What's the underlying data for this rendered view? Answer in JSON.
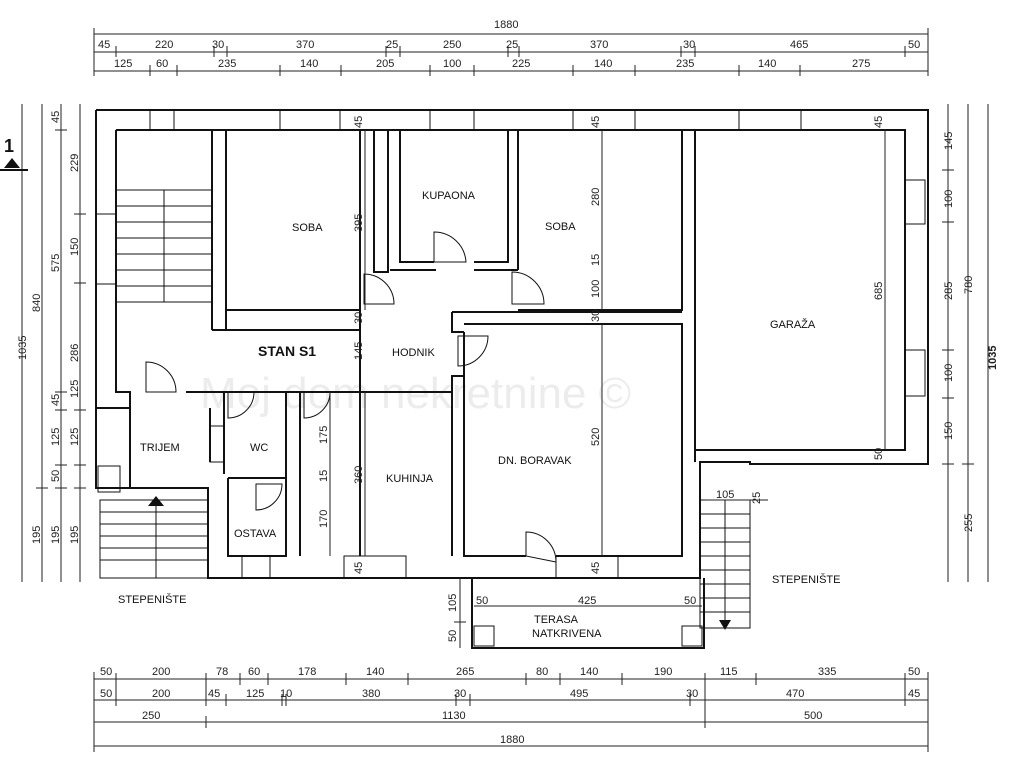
{
  "plan": {
    "title": "STAN S1",
    "section_marker": "1",
    "watermark": "Moj dom nekretnine ©"
  },
  "rooms": {
    "soba_left": "SOBA",
    "kupaona": "KUPAONA",
    "soba_right": "SOBA",
    "garaza": "GARAŽA",
    "hodnik": "HODNIK",
    "trijem": "TRIJEM",
    "wc": "WC",
    "ostava": "OSTAVA",
    "kuhinja": "KUHINJA",
    "dn_boravak": "DN. BORAVAK",
    "stepeniste_left": "STEPENIŠTE",
    "stepeniste_right": "STEPENIŠTE",
    "terasa_1": "TERASA",
    "terasa_2": "NATKRIVENA"
  },
  "dims_top": {
    "total": "1880",
    "row1": [
      "45",
      "220",
      "30",
      "370",
      "25",
      "250",
      "25",
      "370",
      "30",
      "465",
      "50"
    ],
    "row2": [
      "125",
      "60",
      "235",
      "140",
      "205",
      "100",
      "225",
      "140",
      "235",
      "140",
      "275"
    ]
  },
  "dims_bottom": {
    "row1": [
      "50",
      "200",
      "78",
      "60",
      "178",
      "140",
      "265",
      "80",
      "140",
      "190",
      "115",
      "335",
      "50"
    ],
    "row2": [
      "50",
      "200",
      "45",
      "125",
      "10",
      "380",
      "30",
      "495",
      "30",
      "470",
      "45"
    ],
    "row3": [
      "250",
      "1130",
      "500"
    ],
    "total": "1880"
  },
  "dims_left": {
    "outer": "1035",
    "col2": [
      "840",
      "195"
    ],
    "col3": [
      "45",
      "575",
      "286",
      "45",
      "125",
      "50",
      "195"
    ],
    "col4": [
      "229",
      "150",
      "125",
      "125",
      "195"
    ]
  },
  "dims_right": {
    "col1": [
      "145",
      "100",
      "285",
      "100",
      "150"
    ],
    "col2": [
      "780",
      "255"
    ],
    "col3": "1035"
  },
  "dims_inner": {
    "soba_left_h": "395",
    "wall_a": "45",
    "wall_b": "30",
    "hodnik_h": "145",
    "kuhinja_h": "360",
    "wc_a": "175",
    "wc_b": "15",
    "wc_c": "170",
    "kuhinja_bottom": "45",
    "soba_right_a": "45",
    "soba_right_b": "280",
    "soba_right_c": "15",
    "soba_right_d": "100",
    "soba_right_e": "30",
    "boravak_h": "520",
    "boravak_bottom": "45",
    "garaza_top": "45",
    "garaza_h": "685",
    "garaza_bottom": "50",
    "stair_w": "105",
    "stair_wall": "25",
    "terasa_l": "50",
    "terasa_w": "425",
    "terasa_r": "50",
    "terasa_depth": "105",
    "terasa_wall": "50"
  }
}
